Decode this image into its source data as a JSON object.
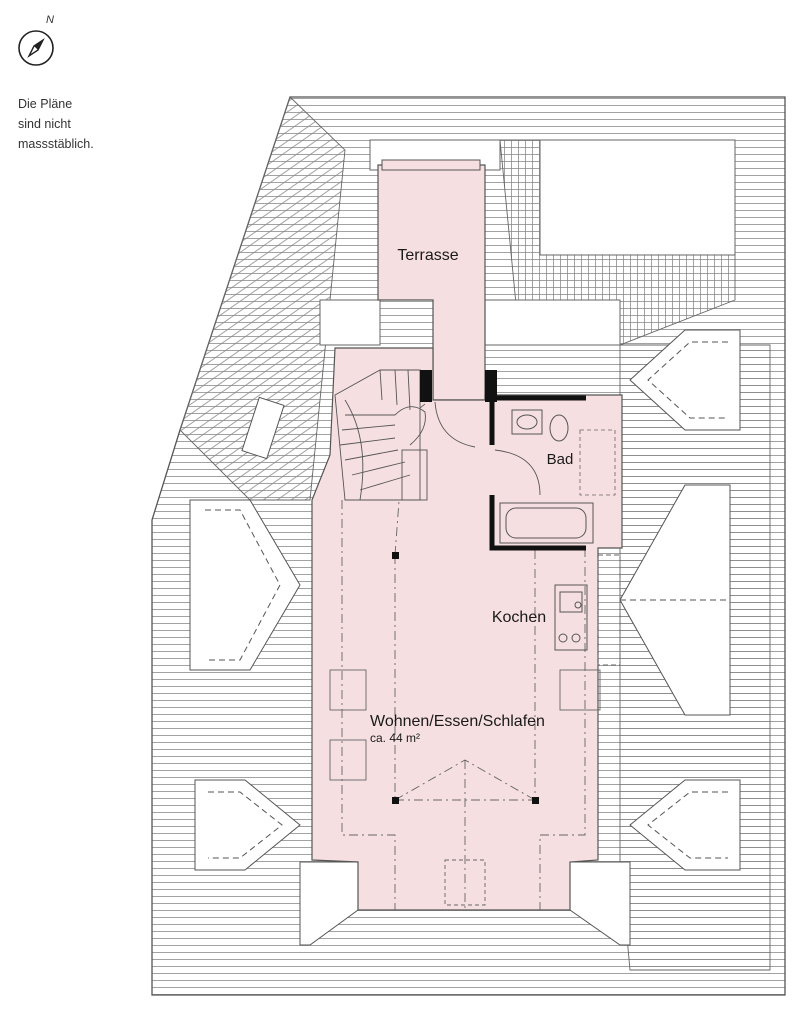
{
  "compass": {
    "north_label": "N",
    "icon": "compass-icon"
  },
  "note": {
    "lines": [
      "Die Pläne",
      "sind nicht",
      "massstäblich."
    ]
  },
  "rooms": {
    "terrace": "Terrasse",
    "bath": "Bad",
    "kitchen": "Kochen",
    "living": "Wohnen/Essen/Schlafen",
    "living_area": "ca. 44 m²"
  },
  "colors": {
    "room_fill": "#f6dfe1",
    "line": "#555555",
    "wall": "#111111"
  }
}
